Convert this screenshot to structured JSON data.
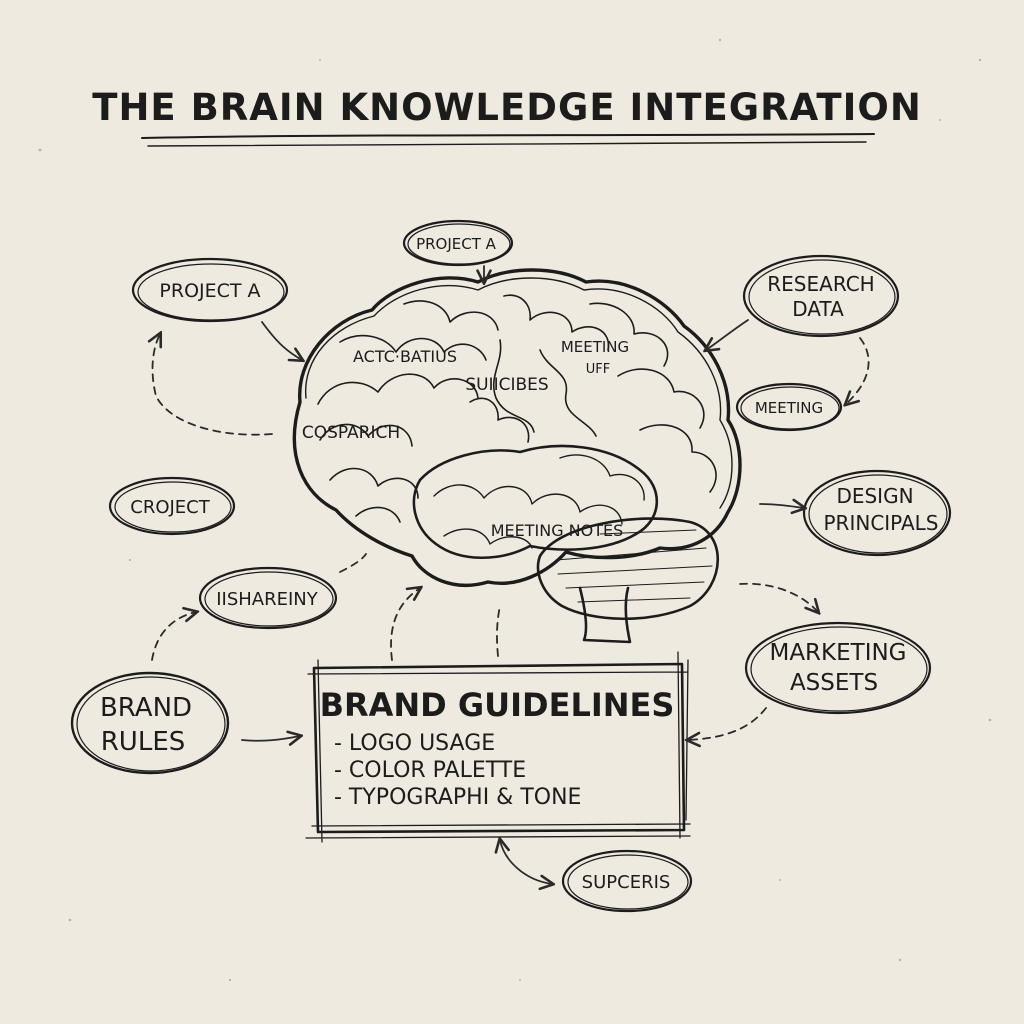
{
  "title": "THE BRAIN KNOWLEDGE INTEGRATION",
  "nodes": {
    "project_a_top": "PROJECT A",
    "project_a_left": "PROJECT A",
    "research_data_line1": "RESEARCH",
    "research_data_line2": "DATA",
    "meeting": "MEETING",
    "design_principals_line1": "DESIGN",
    "design_principals_line2": "PRINCIPALS",
    "marketing_assets_line1": "MARKETING",
    "marketing_assets_line2": "ASSETS",
    "croject": "CROJECT",
    "iishareiny": "IISHAREINY",
    "brand_rules_line1": "BRAND",
    "brand_rules_line2": "RULES",
    "supceris": "SUPCERIS"
  },
  "brain_labels": {
    "actc_batius": "ACTC·BATIUS",
    "meeting_upper": "MEETING",
    "meeting_upper_suffix": "UFF",
    "suiicibes": "SUIICIBES",
    "cosparich": "COSPARICH",
    "meeting_notes": "MEETING NOTES"
  },
  "brand_guidelines": {
    "heading": "BRAND GUIDELINES",
    "items": [
      "- LOGO USAGE",
      "- COLOR PALETTE",
      "- TYPOGRAPHI & TONE"
    ]
  },
  "colors": {
    "paper": "#eeeae0",
    "ink": "#1c1c1c"
  }
}
